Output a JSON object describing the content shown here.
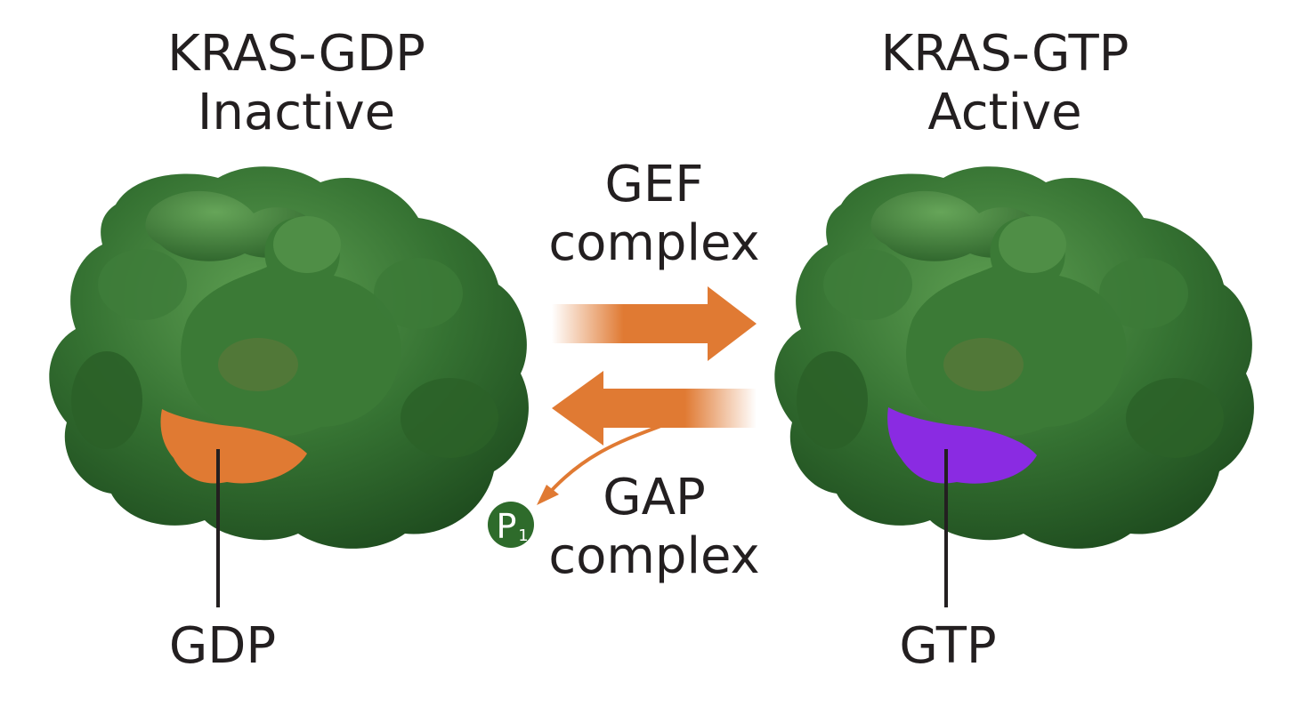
{
  "colors": {
    "protein": "#2f6b2c",
    "protein_highlight": "#5a9f4e",
    "arrow": "#e07a33",
    "gdp": "#e07a33",
    "gtp": "#8a2be2",
    "phosphate": "#2e6b2b"
  },
  "left": {
    "title_line1": "KRAS-GDP",
    "title_line2": "Inactive",
    "ligand": "GDP"
  },
  "right": {
    "title_line1": "KRAS-GTP",
    "title_line2": "Active",
    "ligand": "GTP"
  },
  "gef": {
    "line1": "GEF",
    "line2": "complex"
  },
  "gap": {
    "line1": "GAP",
    "line2": "complex"
  },
  "phosphate": {
    "symbol": "P",
    "subscript": "1"
  }
}
